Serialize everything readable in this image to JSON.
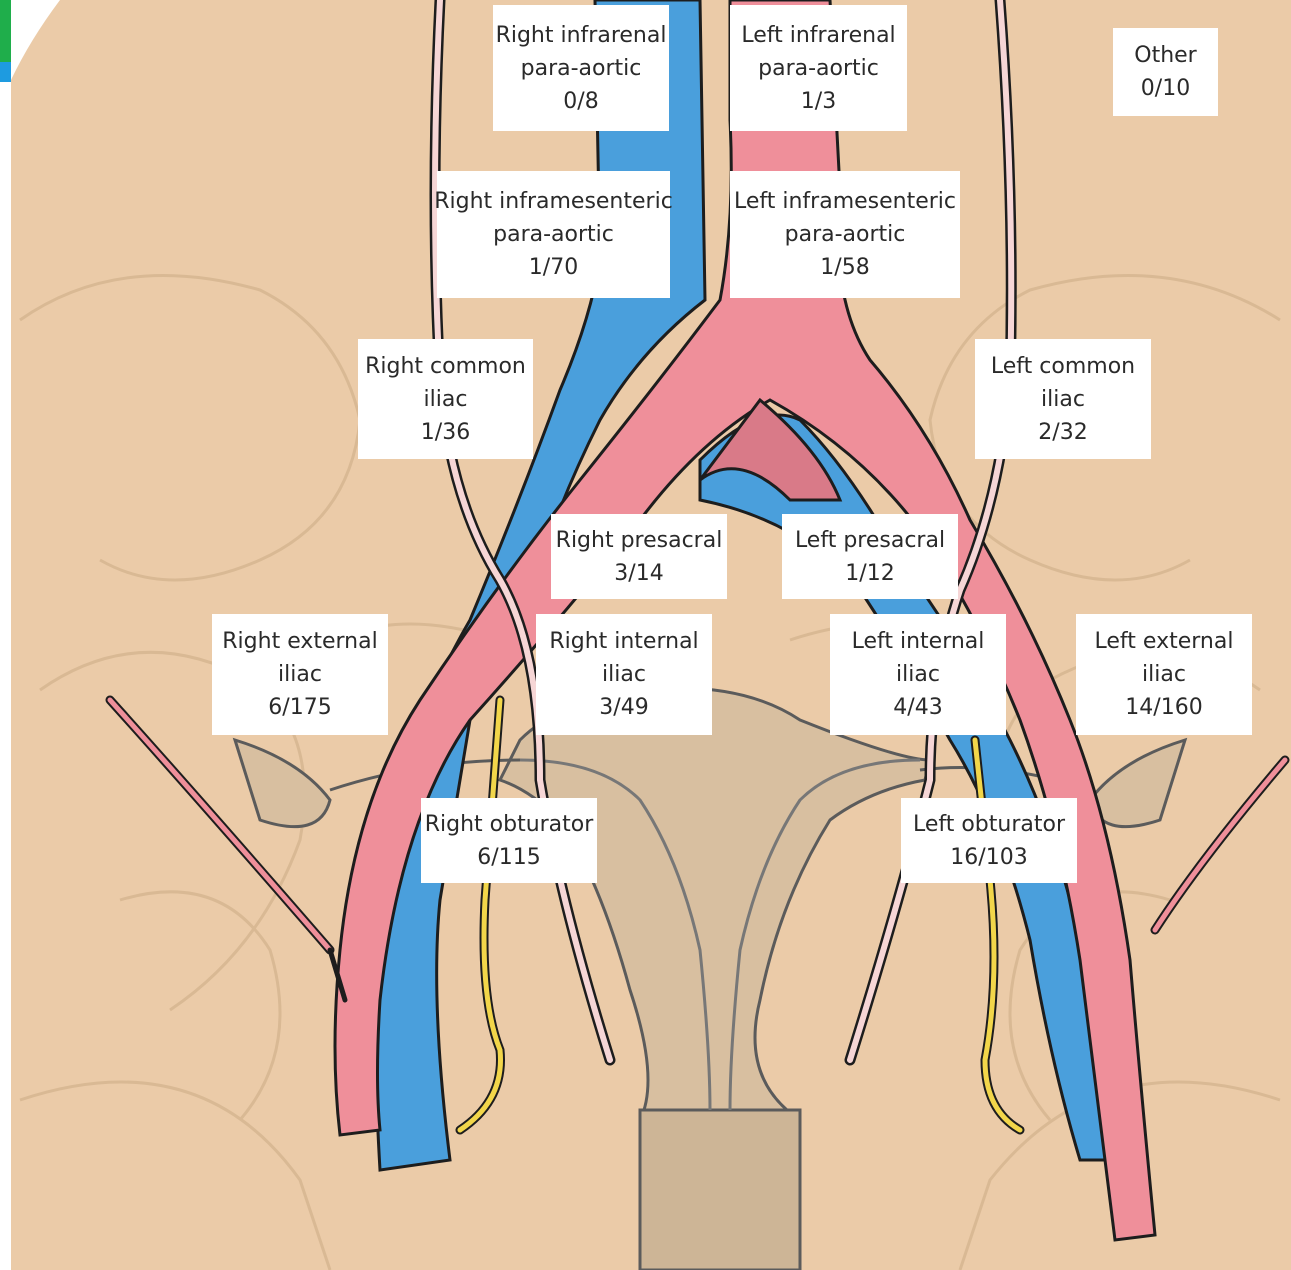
{
  "colors": {
    "background_tissue": "#ebcba8",
    "artery": "#ef8f9a",
    "vein": "#4a9fdc",
    "nerve": "#f2d64a",
    "ureter": "#f6d6d6",
    "label_box": "#ffffff",
    "outline": "#1d1d1d"
  },
  "labels": [
    {
      "id": "right-infrarenal-para-aortic",
      "lines": [
        "Right infrarenal",
        "para-aortic",
        "0/8"
      ]
    },
    {
      "id": "left-infrarenal-para-aortic",
      "lines": [
        "Left infrarenal",
        "para-aortic",
        "1/3"
      ]
    },
    {
      "id": "other",
      "lines": [
        "Other",
        "0/10"
      ]
    },
    {
      "id": "right-inframesenteric-para-aortic",
      "lines": [
        "Right inframesenteric",
        "para-aortic",
        "1/70"
      ]
    },
    {
      "id": "left-inframesenteric-para-aortic",
      "lines": [
        "Left inframesenteric",
        "para-aortic",
        "1/58"
      ]
    },
    {
      "id": "right-common-iliac",
      "lines": [
        "Right common",
        "iliac",
        "1/36"
      ]
    },
    {
      "id": "left-common-iliac",
      "lines": [
        "Left common",
        "iliac",
        "2/32"
      ]
    },
    {
      "id": "right-presacral",
      "lines": [
        "Right presacral",
        "3/14"
      ]
    },
    {
      "id": "left-presacral",
      "lines": [
        "Left presacral",
        "1/12"
      ]
    },
    {
      "id": "right-external-iliac",
      "lines": [
        "Right external",
        "iliac",
        "6/175"
      ]
    },
    {
      "id": "right-internal-iliac",
      "lines": [
        "Right internal",
        "iliac",
        "3/49"
      ]
    },
    {
      "id": "left-internal-iliac",
      "lines": [
        "Left internal",
        "iliac",
        "4/43"
      ]
    },
    {
      "id": "left-external-iliac",
      "lines": [
        "Left external",
        "iliac",
        "14/160"
      ]
    },
    {
      "id": "right-obturator",
      "lines": [
        "Right obturator",
        "6/115"
      ]
    },
    {
      "id": "left-obturator",
      "lines": [
        "Left obturator",
        "16/103"
      ]
    }
  ]
}
